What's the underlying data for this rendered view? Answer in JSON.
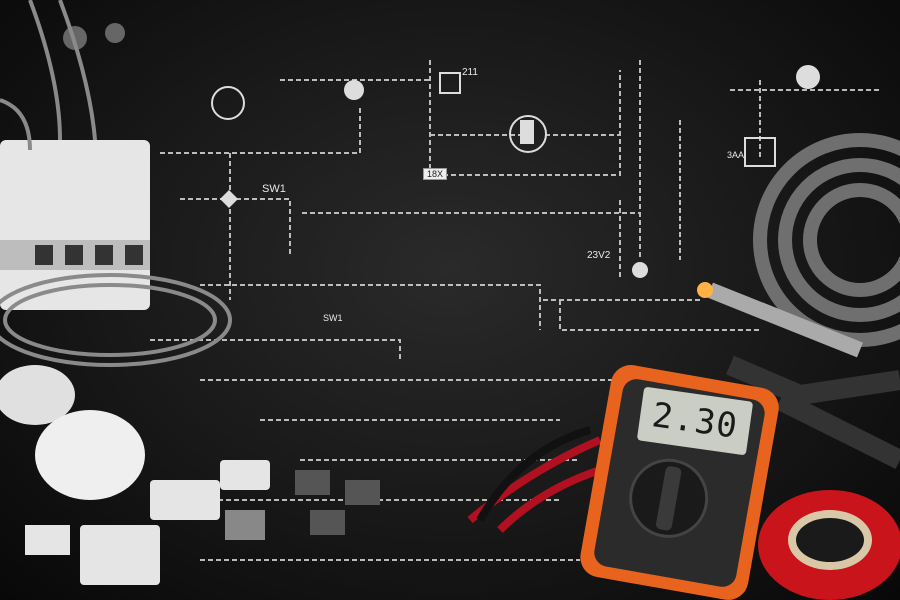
{
  "schematic": {
    "labels": [
      "SW1",
      "211",
      "18X",
      "23V2",
      "SW1",
      "3AA"
    ]
  },
  "multimeter": {
    "reading": "2.30",
    "body_color": "#e8641e"
  },
  "tape": {
    "color": "#c8141a"
  }
}
